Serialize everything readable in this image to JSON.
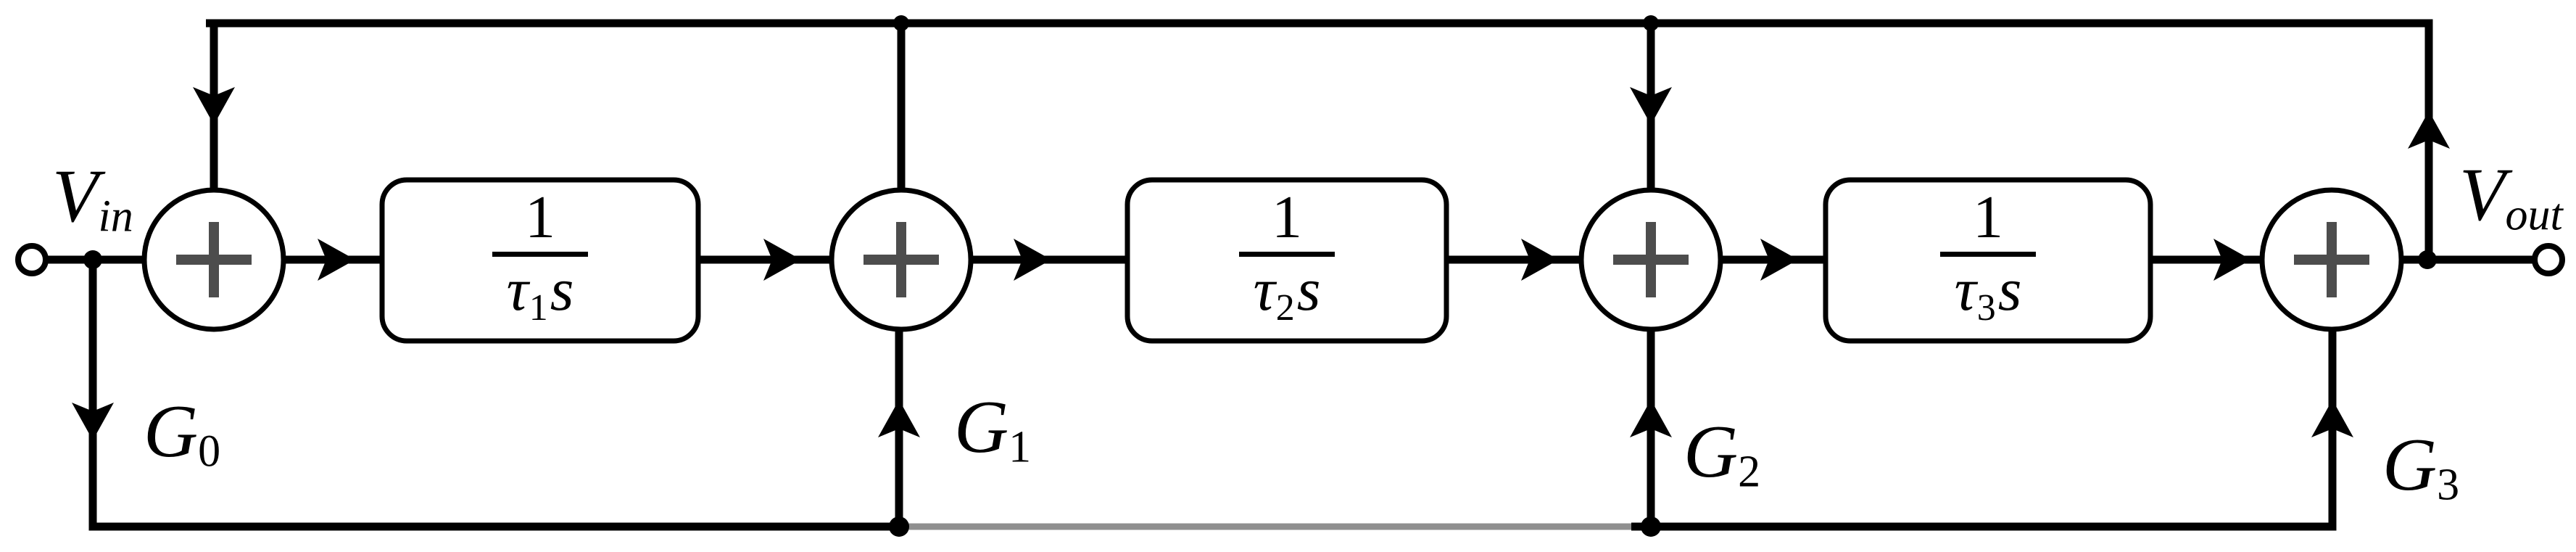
{
  "diagram": {
    "background": "#ffffff",
    "wire_color": "#000000",
    "faded_wire_color": "#8f8f8f",
    "plus_color": "#4d4d4d",
    "input_label": {
      "base": "V",
      "sub": "in"
    },
    "output_label": {
      "base": "V",
      "sub": "out"
    },
    "gain_labels": [
      {
        "base": "G",
        "sub": "0"
      },
      {
        "base": "G",
        "sub": "1"
      },
      {
        "base": "G",
        "sub": "2"
      },
      {
        "base": "G",
        "sub": "3"
      }
    ],
    "integrator_blocks": [
      {
        "numerator": "1",
        "tau": "τ",
        "tau_sub": "1",
        "var": "s"
      },
      {
        "numerator": "1",
        "tau": "τ",
        "tau_sub": "2",
        "var": "s"
      },
      {
        "numerator": "1",
        "tau": "τ",
        "tau_sub": "3",
        "var": "s"
      }
    ],
    "summers": [
      {
        "operator": "+"
      },
      {
        "operator": "+"
      },
      {
        "operator": "+"
      },
      {
        "operator": "+"
      }
    ]
  }
}
